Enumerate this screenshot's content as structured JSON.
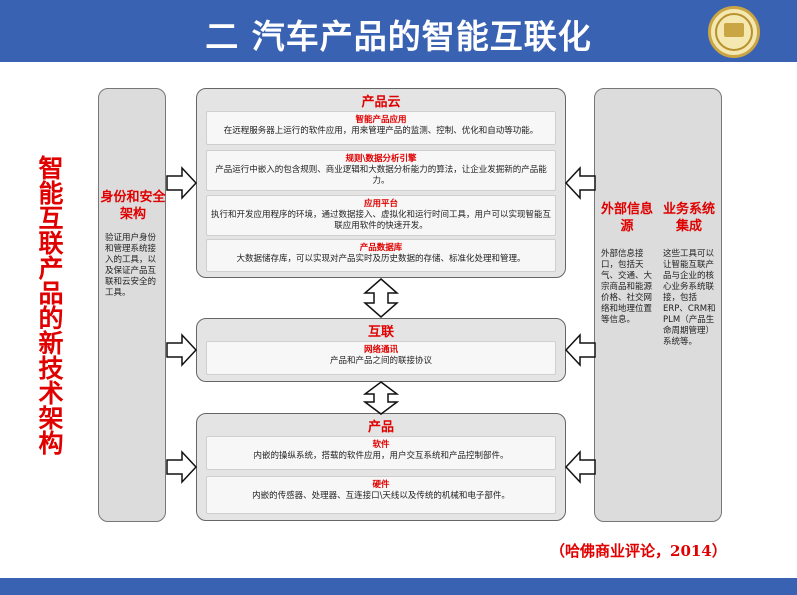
{
  "slide": {
    "title": "二 汽车产品的智能互联化",
    "side_title": "智能互联产品的新技术架构",
    "citation": "（哈佛商业评论，2014）"
  },
  "left_panel": {
    "title": "身份和安全架构",
    "text": "验证用户身份和管理系统接入的工具，以及保证产品互联和云安全的工具。"
  },
  "right_panel": {
    "external": {
      "title": "外部信息源",
      "text": "外部信息接口，包括天气、交通、大宗商品和能源价格、社交网络和地理位置等信息。"
    },
    "business": {
      "title": "业务系统集成",
      "text": "这些工具可以让智能互联产品与企业的核心业务系统联接，包括ERP、CRM和PLM（产品生命周期管理）系统等。"
    }
  },
  "product_cloud": {
    "title": "产品云",
    "cards": [
      {
        "title": "智能产品应用",
        "text": "在远程服务器上运行的软件应用，用来管理产品的监测、控制、优化和自动等功能。"
      },
      {
        "title": "规则\\数据分析引擎",
        "text": "产品运行中嵌入的包含规则、商业逻辑和大数据分析能力的算法，让企业发掘新的产品能力。"
      },
      {
        "title": "应用平台",
        "text": "执行和开发应用程序的环境，通过数据接入、虚拟化和运行时间工具，用户可以实现智能互联应用软件的快速开发。"
      },
      {
        "title": "产品数据库",
        "text": "大数据储存库，可以实现对产品实时及历史数据的存储、标准化处理和管理。"
      }
    ]
  },
  "connectivity": {
    "title": "互联",
    "cards": [
      {
        "title": "网络通讯",
        "text": "产品和产品之间的联接协议"
      }
    ]
  },
  "product": {
    "title": "产品",
    "cards": [
      {
        "title": "软件",
        "text": "内嵌的操纵系统，搭载的软件应用，用户交互系统和产品控制部件。"
      },
      {
        "title": "硬件",
        "text": "内嵌的传感器、处理器、互连接口\\天线以及传统的机械和电子部件。"
      }
    ]
  }
}
